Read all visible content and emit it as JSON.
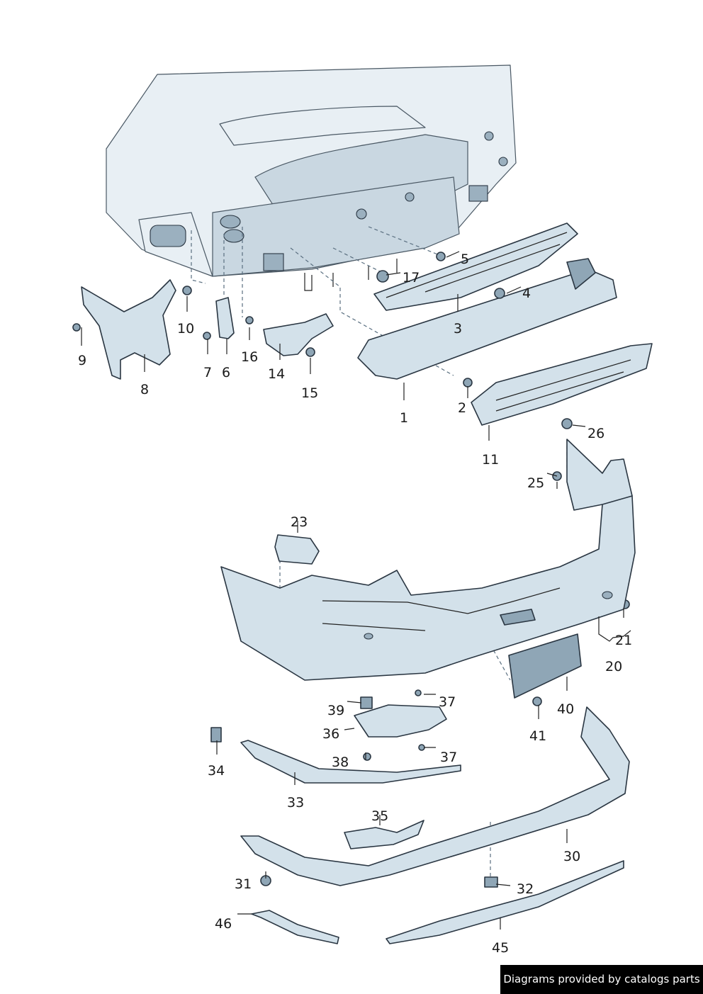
{
  "callouts": {
    "c1": "1",
    "c2": "2",
    "c3": "3",
    "c4": "4",
    "c5": "5",
    "c6": "6",
    "c7": "7",
    "c8": "8",
    "c9": "9",
    "c10": "10",
    "c11": "11",
    "c14": "14",
    "c15": "15",
    "c16": "16",
    "c17": "17",
    "c20": "20",
    "c21": "21",
    "c23": "23",
    "c25": "25",
    "c26": "26",
    "c30": "30",
    "c31": "31",
    "c32": "32",
    "c33": "33",
    "c34": "34",
    "c35": "35",
    "c36": "36",
    "c37a": "37",
    "c37b": "37",
    "c38": "38",
    "c39": "39",
    "c40": "40",
    "c41": "41",
    "c45": "45",
    "c46": "46"
  },
  "credit": "Diagrams provided by catalogs parts",
  "colors": {
    "part_fill": "#d3e1ea",
    "outline": "#2a3642",
    "credit_bg": "#000000"
  }
}
